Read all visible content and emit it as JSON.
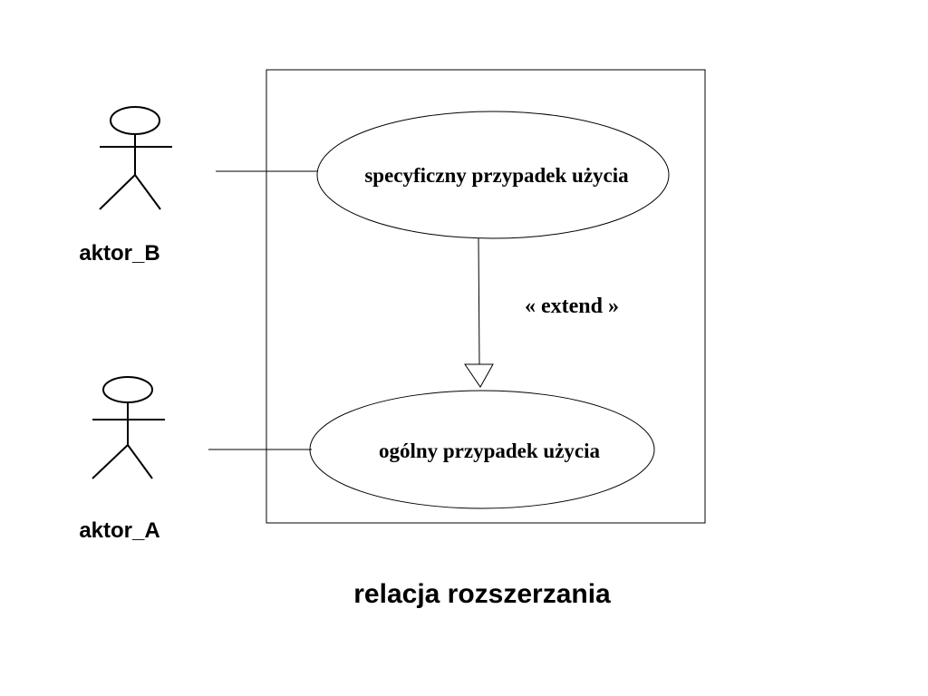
{
  "actors": {
    "top": {
      "label": "aktor_B"
    },
    "bottom": {
      "label": "aktor_A"
    }
  },
  "use_cases": {
    "specific": {
      "label": "specyficzny przypadek użycia"
    },
    "general": {
      "label": "ogólny przypadek użycia"
    }
  },
  "relation": {
    "stereotype": "« extend »"
  },
  "caption": "relacja rozszerzania",
  "colors": {
    "line": "#000000",
    "background": "#ffffff"
  }
}
